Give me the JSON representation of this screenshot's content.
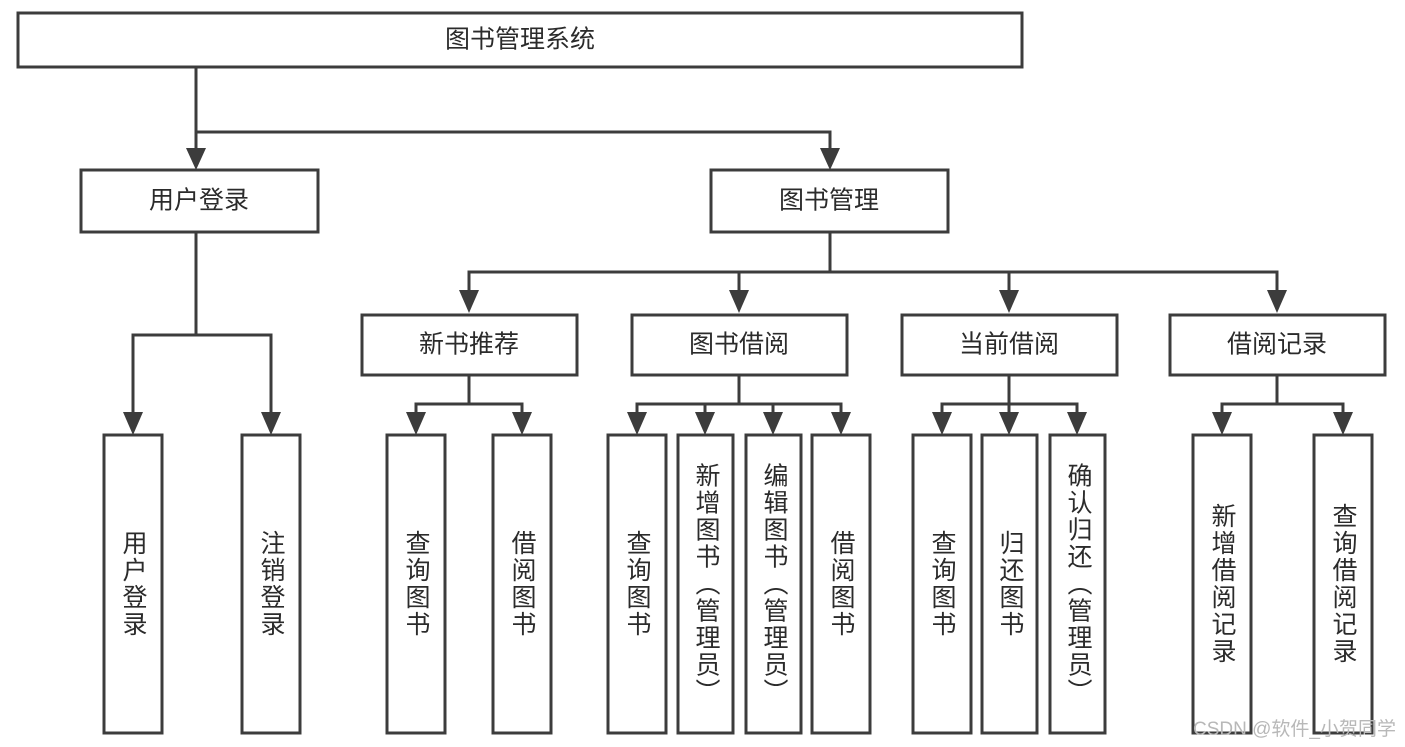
{
  "diagram": {
    "type": "tree-hierarchy-flowchart",
    "title": "图书管理系统",
    "orientation": "top-down",
    "colors": {
      "background": "#ffffff",
      "box_fill": "#ffffff",
      "box_stroke": "#3c3c3c",
      "connector": "#3c3c3c",
      "text": "#2b2b2b",
      "watermark": "#b8b8b8"
    },
    "levels": {
      "root": {
        "label": "图书管理系统",
        "orientation": "horizontal"
      },
      "level1": [
        {
          "id": "user-login",
          "label": "用户登录",
          "orientation": "horizontal"
        },
        {
          "id": "book-management",
          "label": "图书管理",
          "orientation": "horizontal"
        }
      ],
      "level2": [
        {
          "id": "new-book-recommend",
          "label": "新书推荐",
          "orientation": "horizontal",
          "parent": "book-management"
        },
        {
          "id": "book-borrow",
          "label": "图书借阅",
          "orientation": "horizontal",
          "parent": "book-management"
        },
        {
          "id": "current-borrow",
          "label": "当前借阅",
          "orientation": "horizontal",
          "parent": "book-management"
        },
        {
          "id": "borrow-record",
          "label": "借阅记录",
          "orientation": "horizontal",
          "parent": "book-management"
        }
      ],
      "leaves": [
        {
          "id": "leaf-user-login",
          "label": "用户登录",
          "orientation": "vertical",
          "parent": "user-login"
        },
        {
          "id": "leaf-user-logout",
          "label": "注销登录",
          "orientation": "vertical",
          "parent": "user-login"
        },
        {
          "id": "leaf-query-book-1",
          "label": "查询图书",
          "orientation": "vertical",
          "parent": "new-book-recommend"
        },
        {
          "id": "leaf-borrow-book-1",
          "label": "借阅图书",
          "orientation": "vertical",
          "parent": "new-book-recommend"
        },
        {
          "id": "leaf-query-book-2",
          "label": "查询图书",
          "orientation": "vertical",
          "parent": "book-borrow"
        },
        {
          "id": "leaf-add-book",
          "label": "新增图书（管理员）",
          "orientation": "vertical",
          "parent": "book-borrow"
        },
        {
          "id": "leaf-edit-book",
          "label": "编辑图书（管理员）",
          "orientation": "vertical",
          "parent": "book-borrow"
        },
        {
          "id": "leaf-borrow-book-2",
          "label": "借阅图书",
          "orientation": "vertical",
          "parent": "book-borrow"
        },
        {
          "id": "leaf-query-book-3",
          "label": "查询图书",
          "orientation": "vertical",
          "parent": "current-borrow"
        },
        {
          "id": "leaf-return-book",
          "label": "归还图书",
          "orientation": "vertical",
          "parent": "current-borrow"
        },
        {
          "id": "leaf-confirm-return",
          "label": "确认归还（管理员）",
          "orientation": "vertical",
          "parent": "current-borrow"
        },
        {
          "id": "leaf-add-record",
          "label": "新增借阅记录",
          "orientation": "vertical",
          "parent": "borrow-record"
        },
        {
          "id": "leaf-query-record",
          "label": "查询借阅记录",
          "orientation": "vertical",
          "parent": "borrow-record"
        }
      ]
    },
    "watermark": "CSDN @软件_小贺同学"
  }
}
